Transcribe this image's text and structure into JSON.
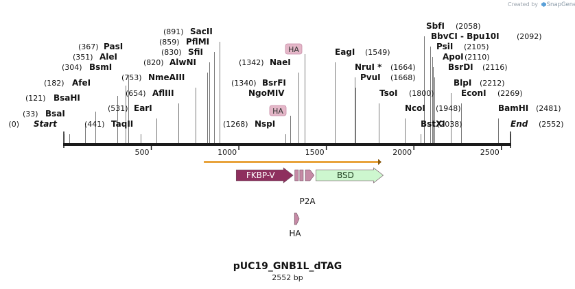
{
  "credit": {
    "prefix": "Created by",
    "brand": "SnapGene"
  },
  "title": "pUC19_GNB1L_dTAG",
  "subtitle": "2552 bp",
  "seq_length": 2552,
  "ticks": [
    {
      "pos": 500,
      "label": "500"
    },
    {
      "pos": 1000,
      "label": "1000"
    },
    {
      "pos": 1500,
      "label": "1500"
    },
    {
      "pos": 2000,
      "label": "2000"
    },
    {
      "pos": 2500,
      "label": "2500"
    }
  ],
  "sites": [
    {
      "name": "Start",
      "coord": "(0)",
      "pos": 0,
      "style": "italic"
    },
    {
      "name": "BsaI",
      "coord": "(33)",
      "pos": 33
    },
    {
      "name": "BsaHI",
      "coord": "(121)",
      "pos": 121
    },
    {
      "name": "AfeI",
      "coord": "(182)",
      "pos": 182
    },
    {
      "name": "BsmI",
      "coord": "(304)",
      "pos": 304
    },
    {
      "name": "AleI",
      "coord": "(351)",
      "pos": 351
    },
    {
      "name": "PasI",
      "coord": "(367)",
      "pos": 367
    },
    {
      "name": "TaqII",
      "coord": "(441)",
      "pos": 441
    },
    {
      "name": "EarI",
      "coord": "(531)",
      "pos": 531
    },
    {
      "name": "AflIII",
      "coord": "(654)",
      "pos": 654
    },
    {
      "name": "NmeAIII",
      "coord": "(753)",
      "pos": 753
    },
    {
      "name": "AlwNI",
      "coord": "(820)",
      "pos": 820
    },
    {
      "name": "SfiI",
      "coord": "(830)",
      "pos": 830
    },
    {
      "name": "PflMI",
      "coord": "(859)",
      "pos": 859
    },
    {
      "name": "SacII",
      "coord": "(891)",
      "pos": 891
    },
    {
      "name": "NspI",
      "coord": "(1268)",
      "pos": 1268
    },
    {
      "name": "NgoMIV",
      "coord": "",
      "pos": 1340
    },
    {
      "name": "BsrFI",
      "coord": "(1340)",
      "pos": 1340
    },
    {
      "name": "NaeI",
      "coord": "(1342)",
      "pos": 1342
    },
    {
      "name": "EagI",
      "coord": "(1549)",
      "pos": 1549
    },
    {
      "name": "PvuI",
      "coord": "(1668)",
      "pos": 1668
    },
    {
      "name": "NruI *",
      "coord": "(1664)",
      "pos": 1664
    },
    {
      "name": "TsoI",
      "coord": "(1800)",
      "pos": 1800
    },
    {
      "name": "NcoI",
      "coord": "(1948)",
      "pos": 1948
    },
    {
      "name": "BstXI",
      "coord": "(2038)",
      "pos": 2038
    },
    {
      "name": "SbfI",
      "coord": "(2058)",
      "pos": 2058
    },
    {
      "name": "BbvCI  - Bpu10I",
      "coord": "(2092)",
      "pos": 2092
    },
    {
      "name": "PsiI",
      "coord": "(2105)",
      "pos": 2105
    },
    {
      "name": "ApoI",
      "coord": "(2110)",
      "pos": 2110
    },
    {
      "name": "BsrDI",
      "coord": "(2116)",
      "pos": 2116
    },
    {
      "name": "BlpI",
      "coord": "(2212)",
      "pos": 2212
    },
    {
      "name": "EconI",
      "coord": "(2269)",
      "pos": 2269
    },
    {
      "name": "BamHI",
      "coord": "(2481)",
      "pos": 2481
    },
    {
      "name": "End",
      "coord": "(2552)",
      "pos": 2552,
      "style": "italic"
    }
  ],
  "tags": [
    {
      "label": "HA",
      "pos": 1375
    },
    {
      "label": "HA",
      "pos": 1295
    }
  ],
  "orf": {
    "start": 800,
    "end": 1815,
    "color": "#e8a33c"
  },
  "features": [
    {
      "name": "FKBP-V",
      "start": 985,
      "end": 1310,
      "color": "#8e2f5e",
      "text_color": "#ffffff",
      "dir": "fwd"
    },
    {
      "name": "",
      "start": 1320,
      "end": 1340,
      "color": "#c68aa6",
      "text_color": "#ffffff",
      "dir": "none"
    },
    {
      "name": "",
      "start": 1348,
      "end": 1368,
      "color": "#c68aa6",
      "text_color": "#ffffff",
      "dir": "none"
    },
    {
      "name": "",
      "start": 1380,
      "end": 1430,
      "color": "#c68aa6",
      "text_color": "#ffffff",
      "dir": "fwd"
    },
    {
      "name": "BSD",
      "start": 1440,
      "end": 1825,
      "color": "#cdf7cf",
      "text_color": "#1a3a1a",
      "dir": "fwd"
    }
  ],
  "feature_labels": [
    {
      "label": "P2A",
      "pos": 1398
    }
  ],
  "lower_feature": {
    "label": "HA",
    "start": 1318,
    "end": 1345
  }
}
